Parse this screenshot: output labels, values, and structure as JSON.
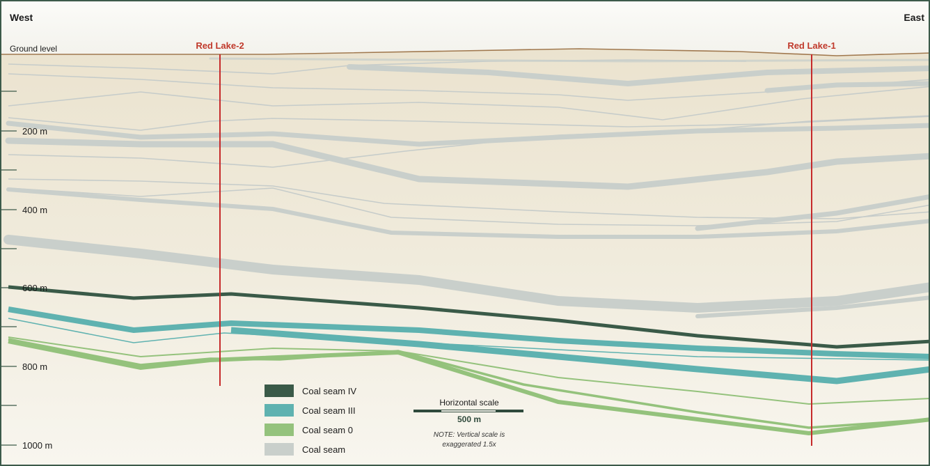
{
  "header": {
    "left_direction": "West",
    "right_direction": "East"
  },
  "ground_label": "Ground level",
  "wells": [
    {
      "name": "Red Lake-2"
    },
    {
      "name": "Red Lake-1"
    }
  ],
  "depth_ticks": [
    {
      "label": "200 m"
    },
    {
      "label": "400 m"
    },
    {
      "label": "600 m"
    },
    {
      "label": "800 m"
    },
    {
      "label": "1000 m"
    }
  ],
  "legend": [
    {
      "label": "Coal seam IV",
      "color": "#3a5a48"
    },
    {
      "label": "Coal seam III",
      "color": "#5fb2b0"
    },
    {
      "label": "Coal seam 0",
      "color": "#94c27c"
    },
    {
      "label": "Coal seam",
      "color": "#c9cfcb"
    }
  ],
  "scale_bar": {
    "title": "Horizontal scale",
    "value": "500 m",
    "note_line1": "NOTE: Vertical scale is",
    "note_line2": "exaggerated 1.5x"
  },
  "colors": {
    "background": "#f1efe6",
    "ground_line": "#a0784e",
    "well_line": "#c62a2a",
    "well_label": "#c0392b",
    "frame": "#3c5a4a"
  }
}
